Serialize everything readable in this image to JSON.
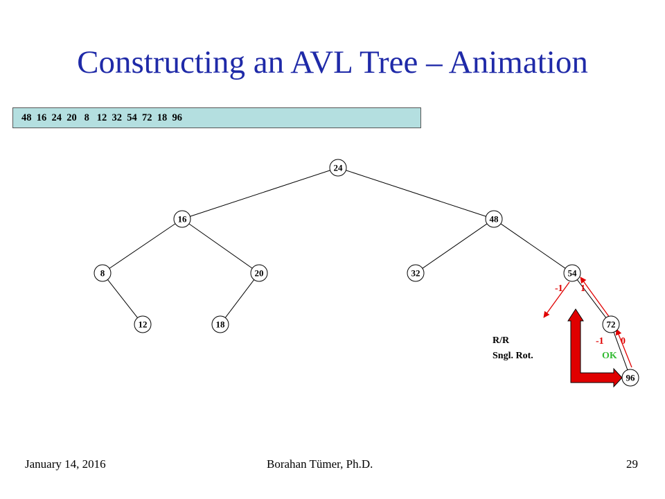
{
  "slide": {
    "title": "Constructing an AVL Tree – Animation",
    "sequence": "48  16  24  20   8   12  32  54  72  18  96"
  },
  "tree": {
    "nodes": [
      {
        "id": "n24",
        "label": "24"
      },
      {
        "id": "n16",
        "label": "16"
      },
      {
        "id": "n48",
        "label": "48"
      },
      {
        "id": "n8",
        "label": "8"
      },
      {
        "id": "n20",
        "label": "20"
      },
      {
        "id": "n32",
        "label": "32"
      },
      {
        "id": "n54",
        "label": "54"
      },
      {
        "id": "n12",
        "label": "12"
      },
      {
        "id": "n18",
        "label": "18"
      },
      {
        "id": "n72",
        "label": "72"
      },
      {
        "id": "n96",
        "label": "96"
      }
    ],
    "edges": [
      [
        "n24",
        "n16"
      ],
      [
        "n24",
        "n48"
      ],
      [
        "n16",
        "n8"
      ],
      [
        "n16",
        "n20"
      ],
      [
        "n48",
        "n32"
      ],
      [
        "n48",
        "n54"
      ],
      [
        "n8",
        "n12"
      ],
      [
        "n20",
        "n18"
      ],
      [
        "n54",
        "n72"
      ],
      [
        "n72",
        "n96"
      ]
    ],
    "annotations": {
      "balance_54_left": "-1",
      "balance_54_right": "1",
      "balance_72_left": "-1",
      "balance_72_right": "0",
      "status": "OK",
      "rotation_line1": "R/R",
      "rotation_line2": "Sngl. Rot."
    }
  },
  "colors": {
    "title": "#1f2aa8",
    "sequence_bg": "#b4dfe0",
    "pointer": "#e00000",
    "rotation_arrow": "#e00000",
    "ok": "#33bb33"
  },
  "footer": {
    "date": "January 14, 2016",
    "author": "Borahan Tümer, Ph.D.",
    "page": "29"
  }
}
